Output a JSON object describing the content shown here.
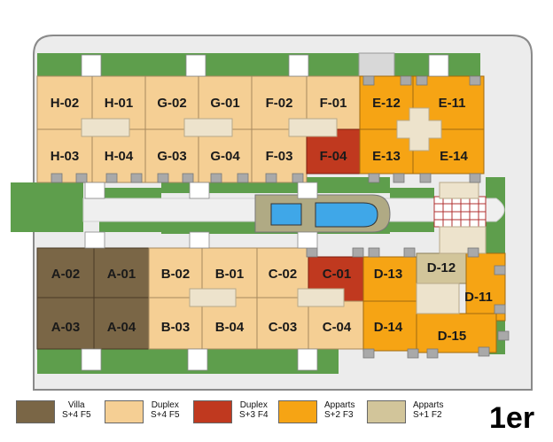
{
  "units": {
    "h02": "H-02",
    "h01": "H-01",
    "g02": "G-02",
    "g01": "G-01",
    "f02": "F-02",
    "f01": "F-01",
    "e12": "E-12",
    "e11": "E-11",
    "h03": "H-03",
    "h04": "H-04",
    "g03": "G-03",
    "g04": "G-04",
    "f03": "F-03",
    "f04": "F-04",
    "e13": "E-13",
    "e14": "E-14",
    "a02": "A-02",
    "a01": "A-01",
    "b02": "B-02",
    "b01": "B-01",
    "c02": "C-02",
    "c01": "C-01",
    "d13": "D-13",
    "d12": "D-12",
    "d11": "D-11",
    "a03": "A-03",
    "a04": "A-04",
    "b03": "B-03",
    "b04": "B-04",
    "c03": "C-03",
    "c04": "C-04",
    "d14": "D-14",
    "d15": "D-15"
  },
  "legend": [
    {
      "name": "Villa",
      "spec": "S+4 F5",
      "color": "#7a6646"
    },
    {
      "name": "Duplex",
      "spec": "S+4 F5",
      "color": "#f5cf94"
    },
    {
      "name": "Duplex",
      "spec": "S+3 F4",
      "color": "#c0391f"
    },
    {
      "name": "Apparts",
      "spec": "S+2 F3",
      "color": "#f6a414"
    },
    {
      "name": "Apparts",
      "spec": "S+1 F2",
      "color": "#d2c59a"
    }
  ],
  "floor_label": "1er",
  "colors": {
    "grass": "#5e9e4c",
    "pool": "#3fa7e8",
    "pool_deck": "#b0aa84",
    "paving": "#e6e6e6",
    "wall": "#9a9a9a"
  }
}
